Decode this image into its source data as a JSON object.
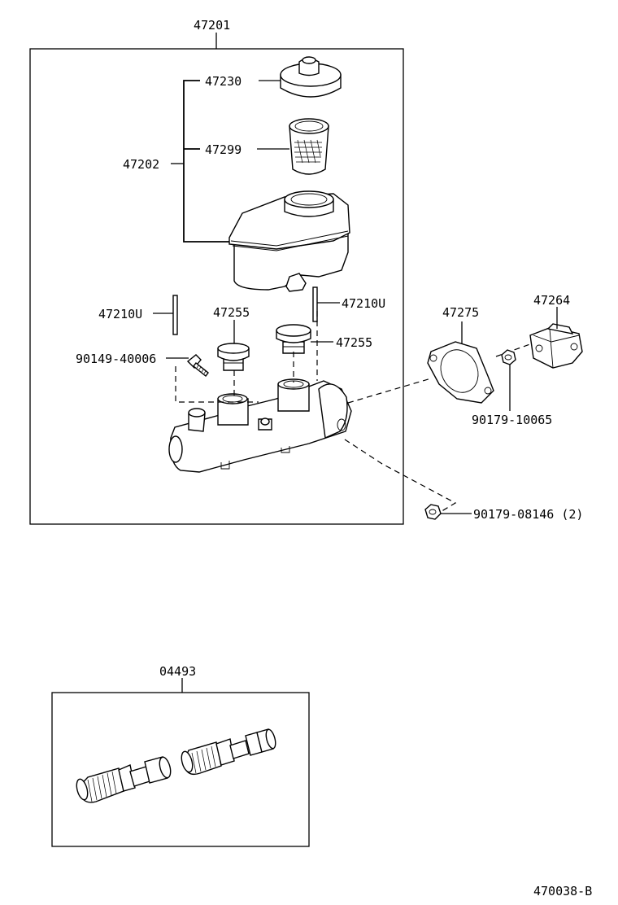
{
  "labels": {
    "p47201": "47201",
    "p47230": "47230",
    "p47299": "47299",
    "p47202": "47202",
    "p47210u_left": "47210U",
    "p47210u_right": "47210U",
    "p47255_left": "47255",
    "p47255_right": "47255",
    "p90149": "90149-40006",
    "p47275": "47275",
    "p47264": "47264",
    "p90179_10065": "90179-10065",
    "p90179_08146": "90179-08146 (2)",
    "p04493": "04493",
    "diagram_id": "470038-B"
  }
}
